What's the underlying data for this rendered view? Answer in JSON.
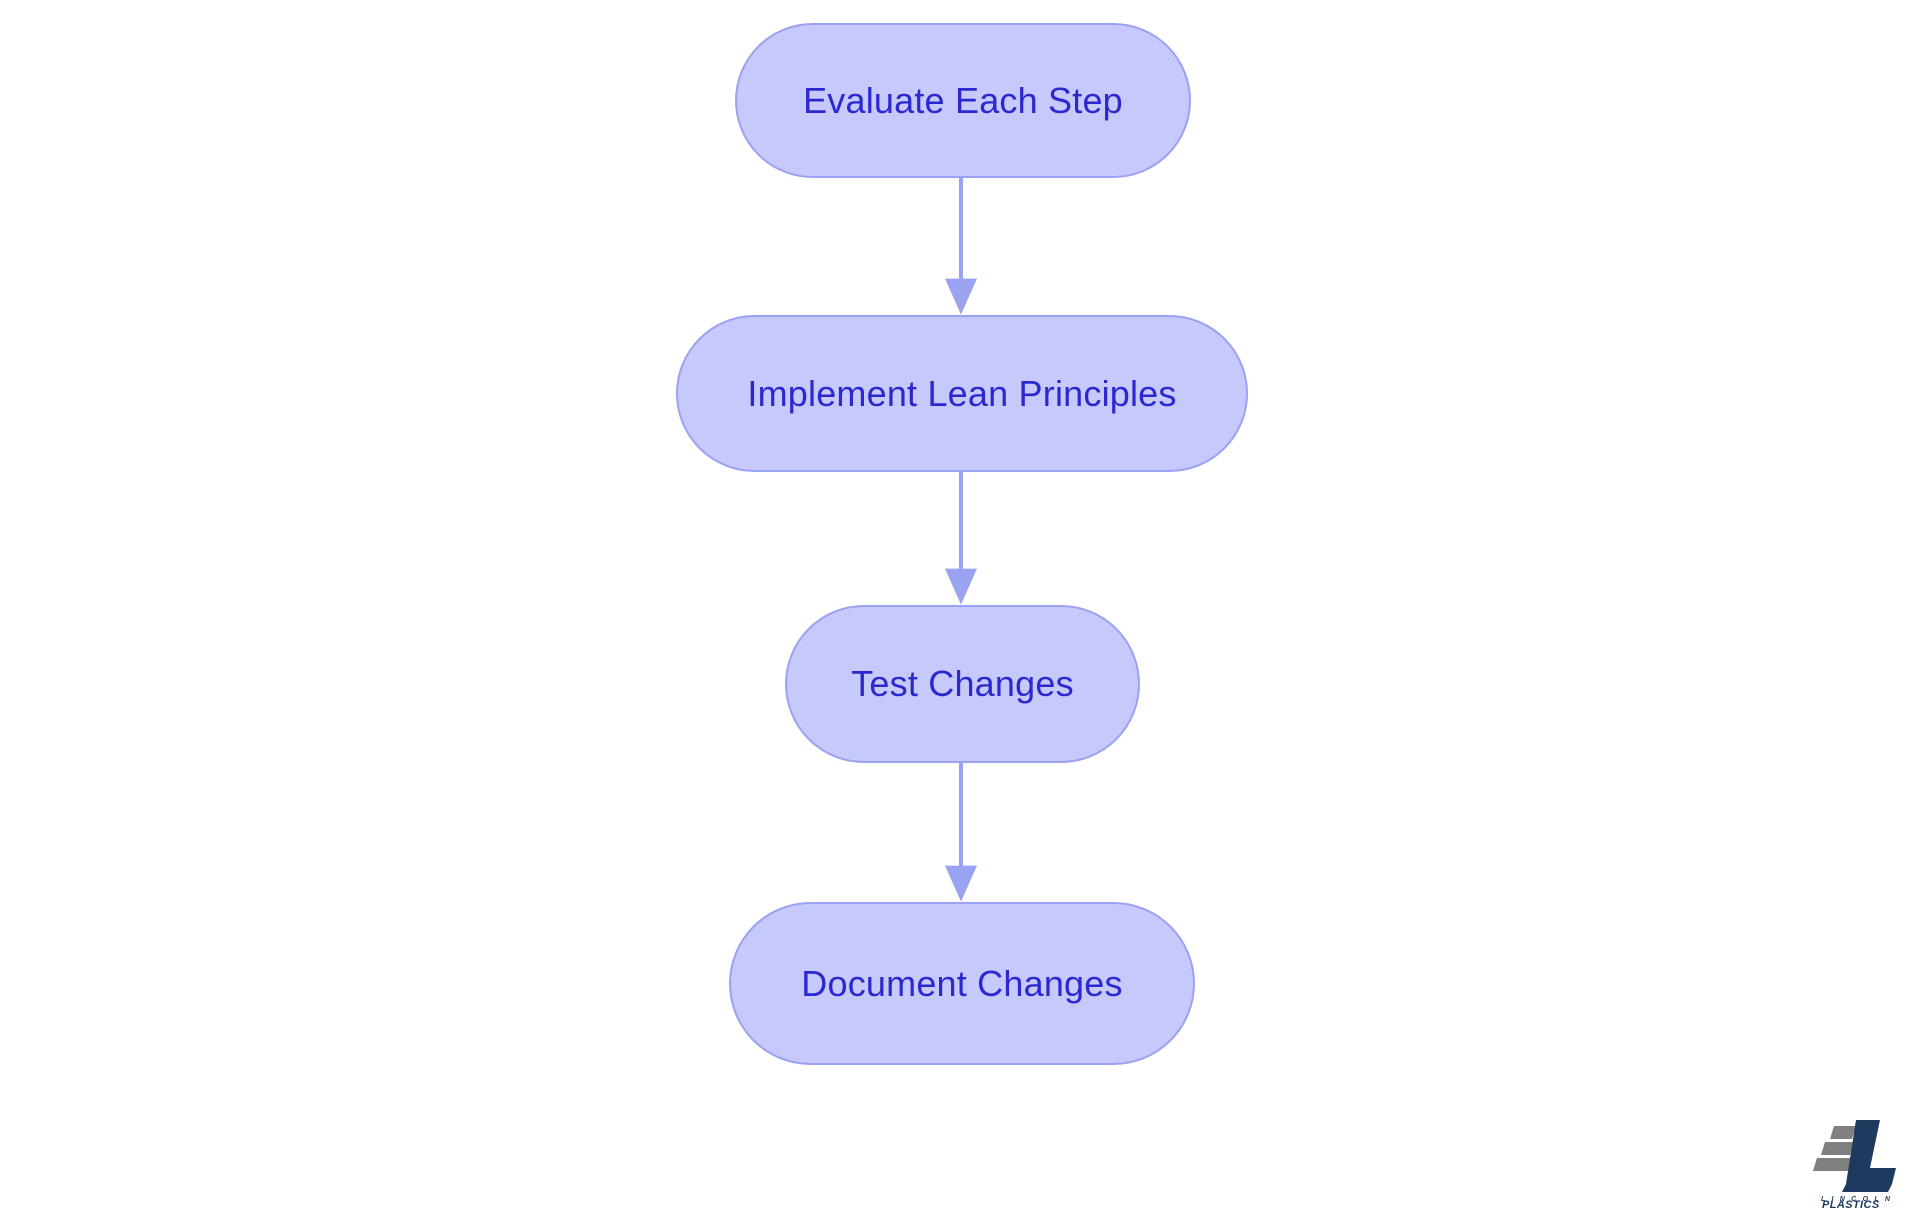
{
  "document": {
    "type": "flowchart",
    "orientation": "top-to-bottom",
    "background_color": "#ffffff"
  },
  "theme": {
    "node_fill": "#c7c8fb",
    "node_border": "#9aa2f2",
    "node_text": "#2b28cf",
    "connector": "#9aa2f2",
    "logo_navy": "#1e3a5f",
    "logo_gray": "#808080"
  },
  "chart_data": {
    "type": "diagram",
    "title": "",
    "nodes": [
      {
        "id": "n1",
        "label": "Evaluate Each Step"
      },
      {
        "id": "n2",
        "label": "Implement Lean Principles"
      },
      {
        "id": "n3",
        "label": "Test Changes"
      },
      {
        "id": "n4",
        "label": "Document Changes"
      }
    ],
    "edges": [
      {
        "from": "n1",
        "to": "n2",
        "label": "",
        "arrow": "down"
      },
      {
        "from": "n2",
        "to": "n3",
        "label": "",
        "arrow": "down"
      },
      {
        "from": "n3",
        "to": "n4",
        "label": "",
        "arrow": "down"
      }
    ]
  },
  "logo": {
    "mark_name": "lincoln-plastics-logo",
    "line1": "L I N C O L N",
    "line2": "PLASTICS"
  }
}
